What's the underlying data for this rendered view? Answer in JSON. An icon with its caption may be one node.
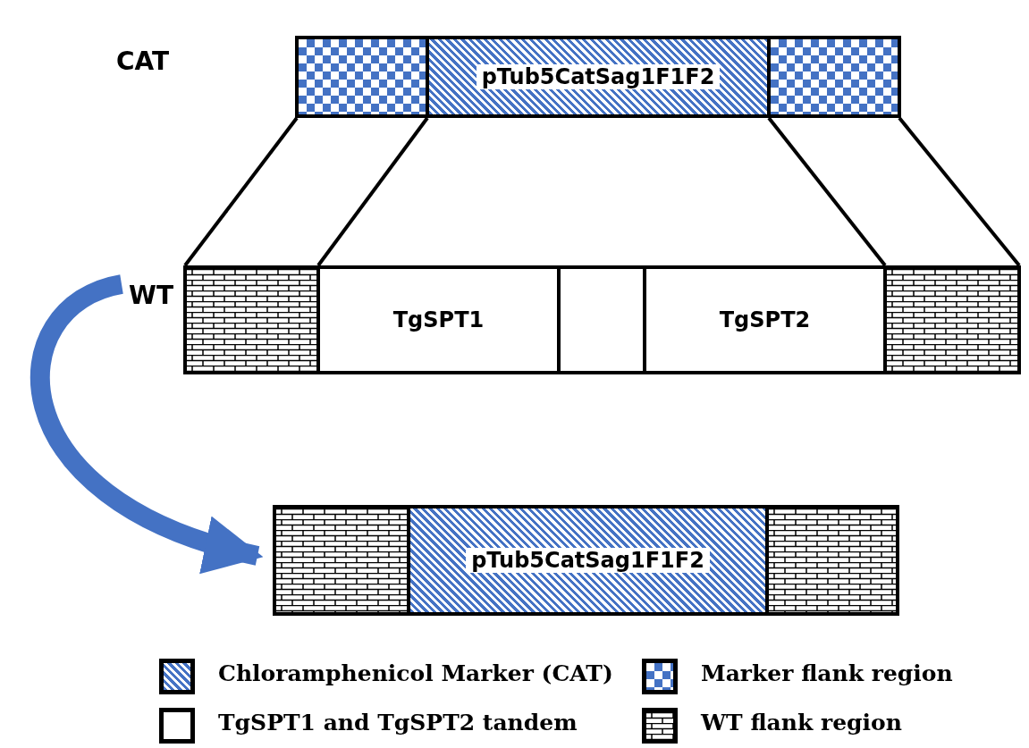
{
  "diagram": {
    "nodes": [
      {
        "text": [],
        "shape": "box"
      },
      {
        "text": [
          "pTub5CatSag1F1F2"
        ]
      },
      {
        "text": [],
        "shape": "box"
      },
      {
        "text": [
          "WT"
        ]
      },
      {
        "text": [],
        "shape": "box"
      },
      {
        "text": [
          "TgSPT1"
        ]
      },
      {
        "text": [],
        "shape": "box"
      },
      {
        "text": [
          "TgSPT2"
        ]
      },
      {
        "text": [],
        "shape": "box"
      },
      {
        "text": [],
        "shape": "box"
      },
      {
        "text": [
          "pTub5CatSag1F1F2"
        ]
      },
      {
        "text": [],
        "shape": "box"
      }
    ],
    "edges": [
      {
        "from": 0,
        "to": 4,
        "arrow": "none"
      },
      {
        "from": 0,
        "to": 4,
        "arrow": "none"
      },
      {
        "from": 2,
        "to": 8,
        "arrow": "none"
      },
      {
        "from": 2,
        "to": 8,
        "arrow": "none"
      },
      {
        "from": 3,
        "to": 9,
        "arrow": "to",
        "style": "thick",
        "color": "#4472c4"
      }
    ],
    "labels": [
      "CAT"
    ],
    "legend": [
      {
        "text": "Chloramphenicol Marker (CAT)"
      },
      {
        "text": "Marker flank region"
      },
      {
        "text": "TgSPT1 and TgSPT2 tandem"
      },
      {
        "text": "WT flank region"
      }
    ]
  }
}
